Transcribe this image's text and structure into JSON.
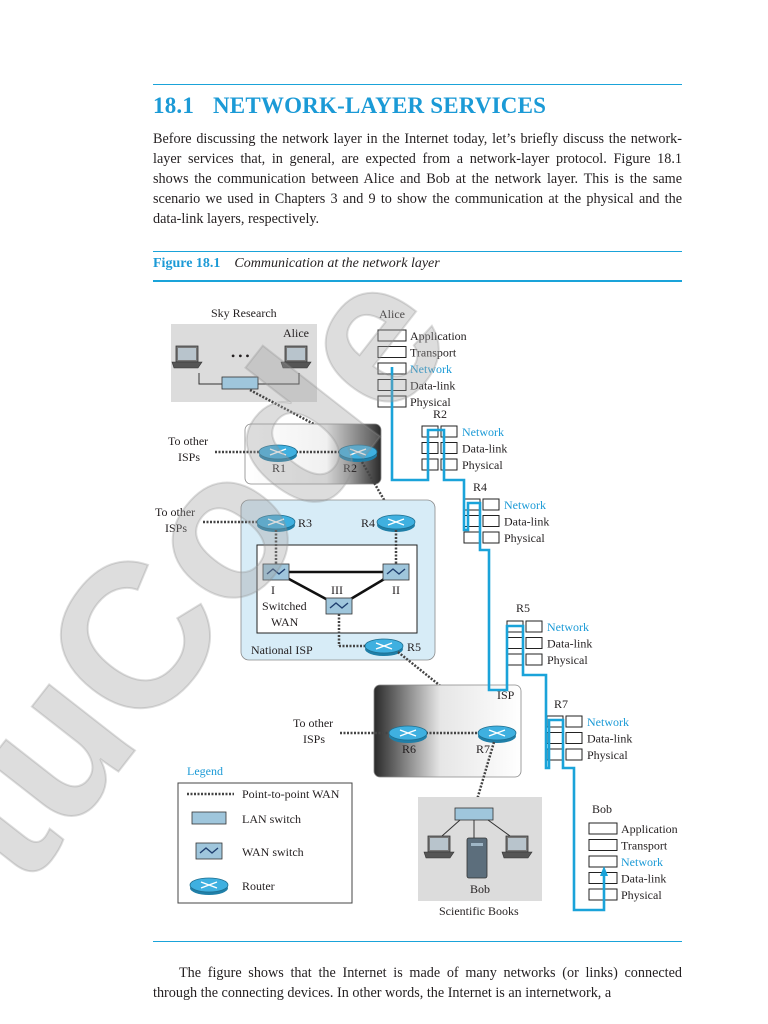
{
  "section": {
    "number": "18.1",
    "title": "NETWORK-LAYER SERVICES"
  },
  "intro_paragraph": "Before discussing the network layer in the Internet today, let’s briefly discuss the network-layer services that, in general, are expected from a network-layer protocol. Figure 18.1 shows the communication between Alice and Bob at the network layer. This is the same scenario we used in Chapters 3 and 9 to show the communication at the physical and the data-link layers, respectively.",
  "figure": {
    "label": "Figure 18.1",
    "caption": "Communication at the network layer",
    "sites": {
      "sky_research": "Sky Research",
      "alice_host": "Alice",
      "dots": "• • •",
      "national_isp": "National ISP",
      "isp": "ISP",
      "bob_host": "Bob",
      "scientific_books": "Scientific Books",
      "switched_wan_1": "Switched",
      "switched_wan_2": "WAN",
      "wan_I": "I",
      "wan_II": "II",
      "wan_III": "III",
      "to_other_isps_1a": "To other",
      "to_other_isps_1b": "ISPs",
      "to_other_isps_2a": "To other",
      "to_other_isps_2b": "ISPs",
      "to_other_isps_3a": "To other",
      "to_other_isps_3b": "ISPs"
    },
    "routers": {
      "r1": "R1",
      "r2": "R2",
      "r3": "R3",
      "r4": "R4",
      "r5": "R5",
      "r6": "R6",
      "r7": "R7"
    },
    "stacks": {
      "alice": {
        "name": "Alice",
        "layers": [
          "Application",
          "Transport",
          "Network",
          "Data-link",
          "Physical"
        ]
      },
      "r2": {
        "name": "R2",
        "layers": [
          "Network",
          "Data-link",
          "Physical"
        ]
      },
      "r4": {
        "name": "R4",
        "layers": [
          "Network",
          "Data-link",
          "Physical"
        ]
      },
      "r5": {
        "name": "R5",
        "layers": [
          "Network",
          "Data-link",
          "Physical"
        ]
      },
      "r7": {
        "name": "R7",
        "layers": [
          "Network",
          "Data-link",
          "Physical"
        ]
      },
      "bob": {
        "name": "Bob",
        "layers": [
          "Application",
          "Transport",
          "Network",
          "Data-link",
          "Physical"
        ]
      }
    },
    "legend": {
      "title": "Legend",
      "p2p": "Point-to-point WAN",
      "lan": "LAN switch",
      "wan": "WAN switch",
      "router": "Router"
    }
  },
  "closing_paragraph": "The figure shows that the Internet is made of many networks (or links) connected through the connecting devices. In other words, the Internet is an internetwork, a",
  "watermark": "VtuCode",
  "colors": {
    "accent": "#1b9ad6",
    "rule": "#1aa3d9",
    "path": "#1aa3d9",
    "router_fill": "#3fb0e0"
  }
}
